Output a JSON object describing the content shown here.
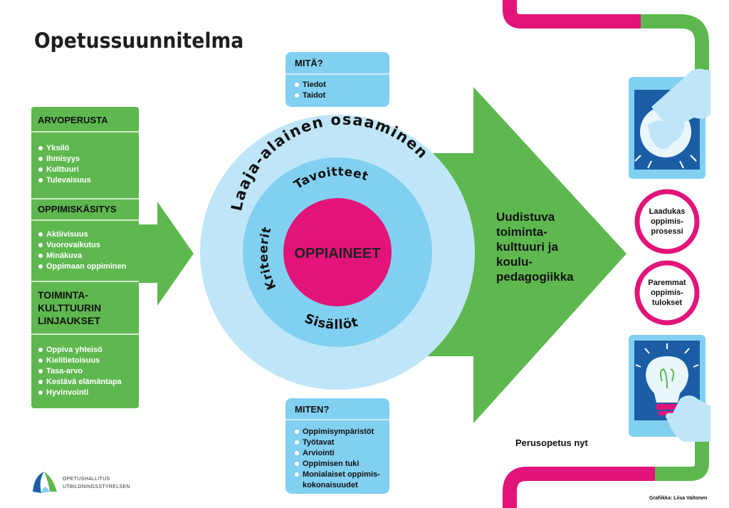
{
  "title": "Opetussuunnitelma",
  "left_panel": {
    "sections": [
      {
        "heading": "ARVOPERUSTA",
        "items": [
          "Yksilö",
          "Ihmisyys",
          "Kulttuuri",
          "Tulevaisuus"
        ]
      },
      {
        "heading": "OPPIMISKÄSITYS",
        "items": [
          "Aktiivisuus",
          "Vuorovaikutus",
          "Minäkuva",
          "Oppimaan oppiminen"
        ]
      },
      {
        "heading_lines": [
          "TOIMINTA-",
          "KULTTUURIN",
          "LINJAUKSET"
        ],
        "items": [
          "Oppiva yhteisö",
          "Kielitietoisuus",
          "Tasa-arvo",
          "Kestävä elämäntapa",
          "Hyvinvointi"
        ]
      }
    ]
  },
  "mita_box": {
    "heading": "MITÄ?",
    "items": [
      "Tiedot",
      "Taidot"
    ]
  },
  "miten_box": {
    "heading": "MITEN?",
    "items": [
      "Oppimisympäristöt",
      "Työtavat",
      "Arviointi",
      "Oppimisen tuki",
      "Monialaiset oppimis-",
      "kokonaisuudet"
    ]
  },
  "circle": {
    "outer_label": "Laaja-alainen osaaminen",
    "top_label": "Tavoitteet",
    "left_label": "Kriteerit",
    "bottom_label": "Sisällöt",
    "center_label": "OPPIAINEET"
  },
  "arrow_text": [
    "Uudistuva",
    "toiminta-",
    "kulttuuri ja",
    "koulu-",
    "pedagogiikka"
  ],
  "outcome_circles": [
    {
      "lines": [
        "Laadukas",
        "oppimis-",
        "prosessi"
      ]
    },
    {
      "lines": [
        "Paremmat",
        "oppimis-",
        "tulokset"
      ]
    }
  ],
  "icons": [
    "globe-touch-icon",
    "lightbulb-touch-icon"
  ],
  "bottom_label": "Perusopetus nyt",
  "logo": {
    "lines": [
      "OPETUSHALLITUS",
      "UTBILDNINGSSTYRELSEN"
    ]
  },
  "credit": "Grafiikka: Liisa Valtonen",
  "colors": {
    "green": "#5eb84f",
    "magenta": "#e2147a",
    "light_blue": "#bfe6f8",
    "mid_blue": "#82d0f1",
    "dark_blue": "#1b5ea6"
  }
}
